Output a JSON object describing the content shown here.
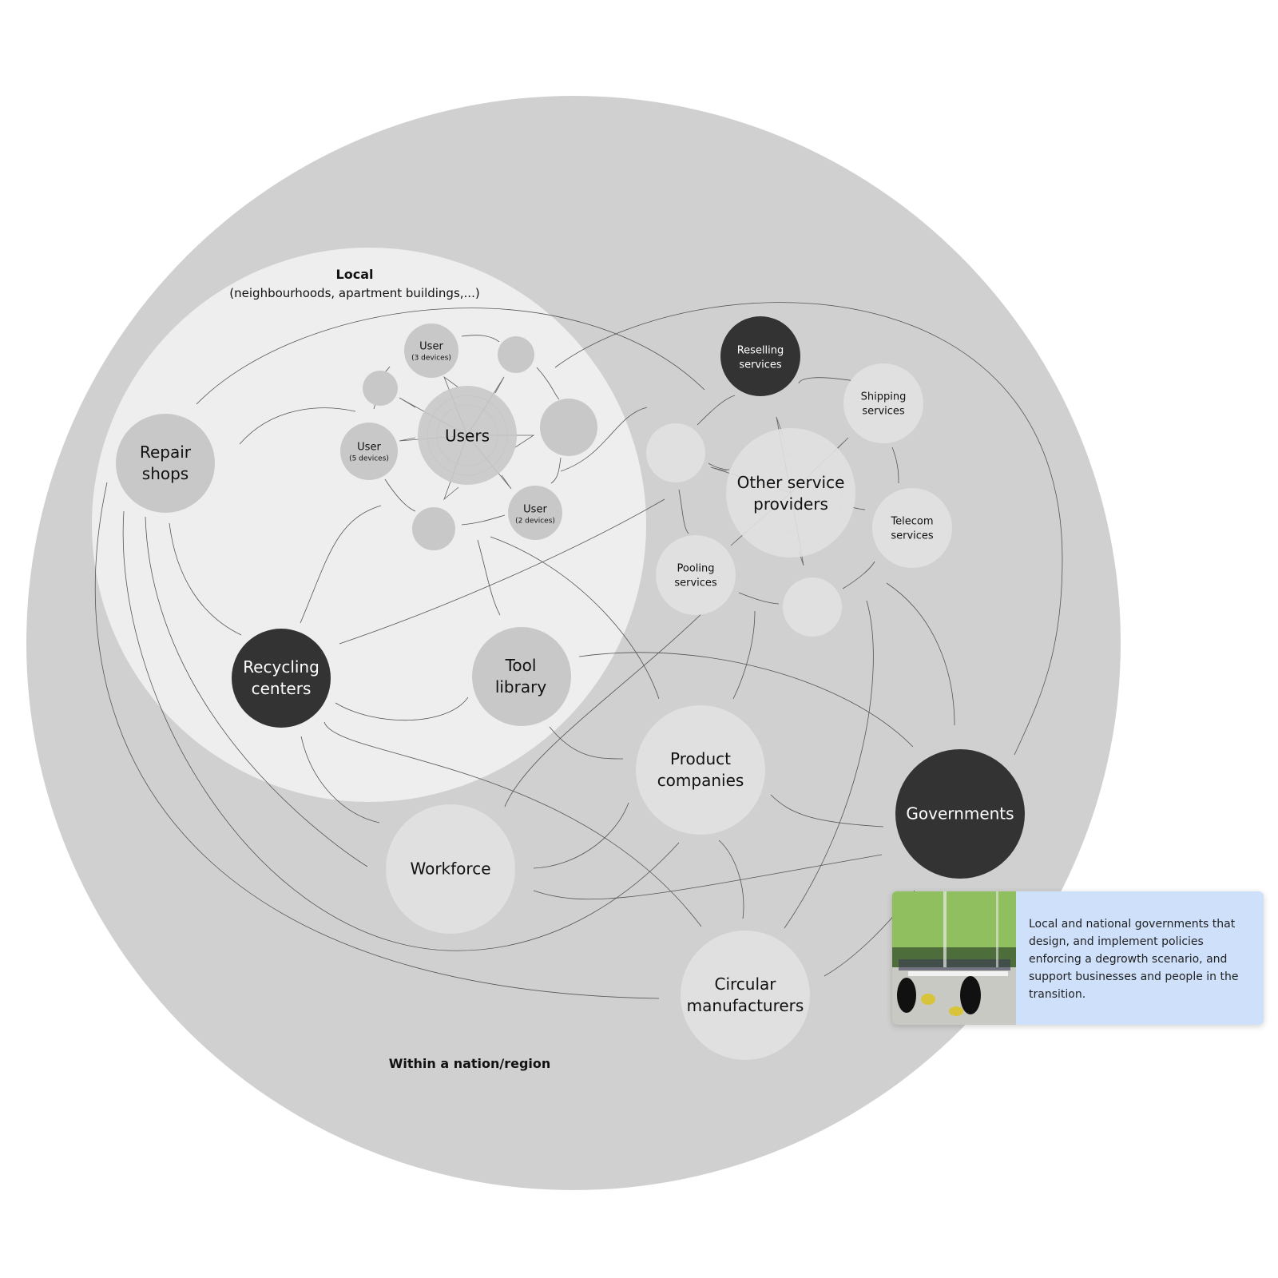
{
  "regions": {
    "local_title": "Local",
    "local_subtitle": "(neighbourhoods, apartment buildings,...)",
    "nation_title": "Within a nation/region"
  },
  "nodes": {
    "users": "Users",
    "user_3": "User",
    "user_3_sub": "(3 devices)",
    "user_5": "User",
    "user_5_sub": "(5 devices)",
    "user_2": "User",
    "user_2_sub": "(2 devices)",
    "repair_shops": "Repair\nshops",
    "recycling_centers": "Recycling\ncenters",
    "tool_library": "Tool\nlibrary",
    "other_service_providers": "Other service\nproviders",
    "reselling_services": "Reselling\nservices",
    "shipping_services": "Shipping\nservices",
    "telecom_services": "Telecom\nservices",
    "pooling_services": "Pooling\nservices",
    "product_companies": "Product\ncompanies",
    "governments": "Governments",
    "workforce": "Workforce",
    "circular_manufacturers": "Circular\nmanufacturers"
  },
  "info_card": {
    "text": "Local and national governments that design, and implement policies enforcing a degrowth scenario, and support businesses and people in the transition."
  },
  "colors": {
    "nation_fill": "#d0d0d0",
    "local_fill": "#eeeeee",
    "node_dark": "#333333",
    "node_mid": "#c8c8c8",
    "node_light": "#e0e0e0",
    "card_bg": "#cfe0fb"
  }
}
